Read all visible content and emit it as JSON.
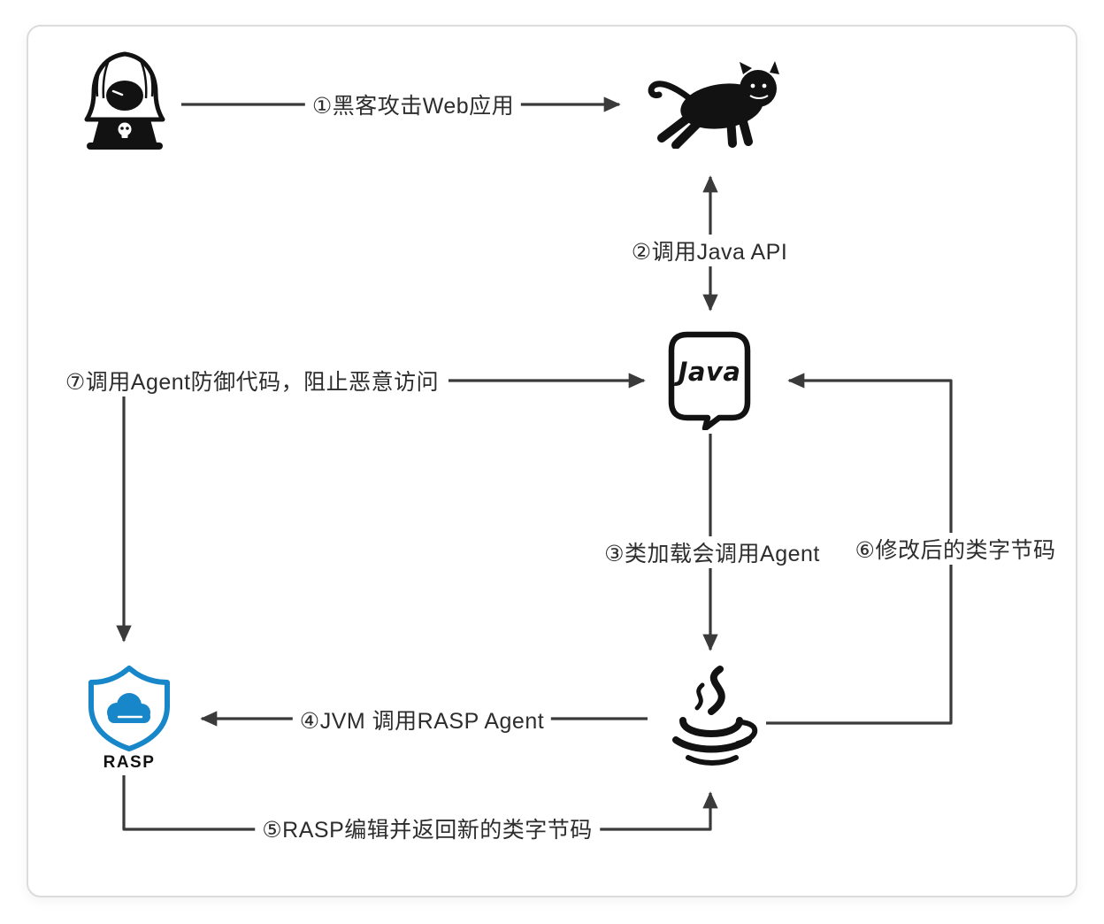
{
  "diagram": {
    "title_hint": "RASP / Java Agent protection flow",
    "labels": {
      "step1": "①黑客攻击Web应用",
      "step2": "②调用Java API",
      "step3": "③类加载会调用Agent",
      "step4": "④JVM 调用RASP Agent",
      "step5": "⑤RASP编辑并返回新的类字节码",
      "step6": "⑥修改后的类字节码",
      "step7": "⑦调用Agent防御代码，阻止恶意访问"
    },
    "nodes": {
      "hacker_icon": "hacker-with-laptop-icon",
      "tomcat_icon": "tomcat-cat-icon",
      "java_file_icon": "java-class-file-icon",
      "java_file_text": "Java",
      "jvm_icon": "java-jvm-coffee-icon",
      "rasp_icon": "rasp-shield-cloud-icon",
      "rasp_label": "RASP"
    },
    "colors": {
      "arrow": "#3a3a3a",
      "text": "#2d2d2d",
      "icon_black": "#121212",
      "rasp_blue": "#1787c9",
      "border": "#dcdcdc",
      "background": "#ffffff"
    }
  }
}
